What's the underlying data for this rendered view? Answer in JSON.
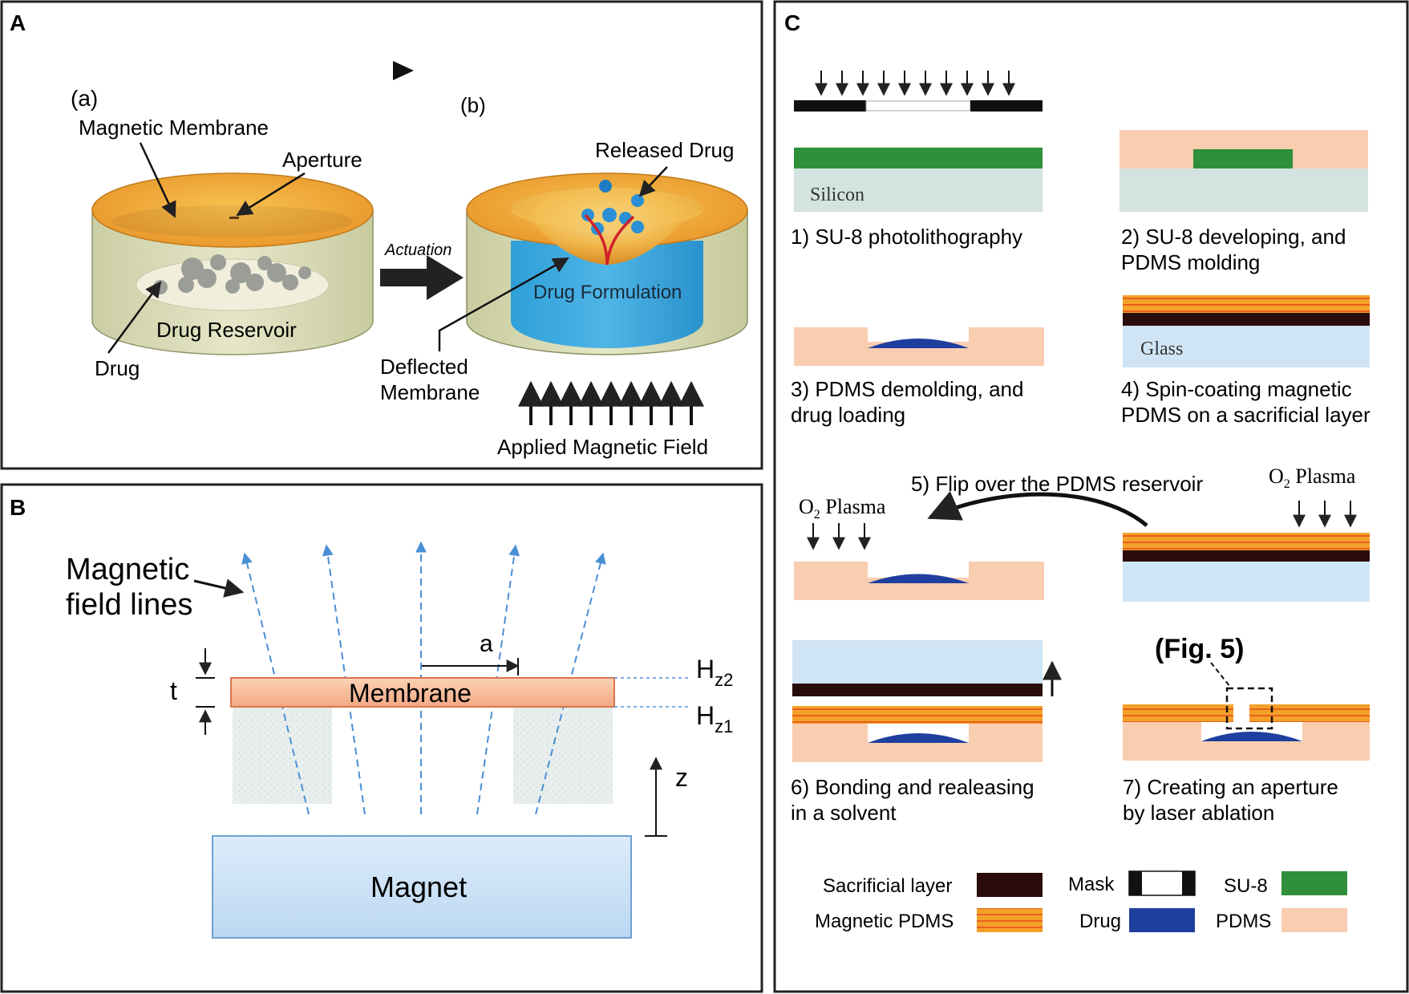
{
  "panel_a": {
    "label": "A",
    "sub_a": "(a)",
    "sub_b": "(b)",
    "magnetic_membrane": "Magnetic Membrane",
    "aperture": "Aperture",
    "drug_reservoir": "Drug Reservoir",
    "drug": "Drug",
    "actuation": "Actuation",
    "released_drug": "Released Drug",
    "drug_formulation": "Drug Formulation",
    "deflected_1": "Deflected",
    "deflected_2": "Membrane",
    "applied_field": "Applied Magnetic Field"
  },
  "panel_b": {
    "label": "B",
    "field_lines_1": "Magnetic",
    "field_lines_2": "field lines",
    "t": "t",
    "a": "a",
    "membrane": "Membrane",
    "hz2": "H",
    "hz2_sub": "z2",
    "hz1": "H",
    "hz1_sub": "z1",
    "z": "z",
    "magnet": "Magnet"
  },
  "panel_c": {
    "label": "C",
    "silicon": "Silicon",
    "glass": "Glass",
    "step1": "1) SU-8 photolithography",
    "step2_1": "2) SU-8 developing, and",
    "step2_2": "PDMS molding",
    "step3_1": "3) PDMS demolding, and",
    "step3_2": "drug loading",
    "step4_1": "4) Spin-coating magnetic",
    "step4_2": "PDMS on a sacrificial layer",
    "step5": "5) Flip over the PDMS reservoir",
    "o2_left": "O",
    "o2_left_sub": "2",
    "o2_left_tail": " Plasma",
    "o2_right": "O",
    "o2_right_sub": "2",
    "o2_right_tail": " Plasma",
    "fig5": "(Fig. 5)",
    "step6_1": "6) Bonding and realeasing",
    "step6_2": "in a solvent",
    "step7_1": "7) Creating an aperture",
    "step7_2": "by laser ablation",
    "legend": {
      "sacrificial": "Sacrificial layer",
      "mask": "Mask",
      "su8": "SU-8",
      "magnetic_pdms": "Magnetic PDMS",
      "drug": "Drug",
      "pdms": "PDMS"
    }
  },
  "colors": {
    "membrane_orange": "#f2a834",
    "su8_green": "#2f8f3a",
    "silicon_gray": "#d3e3e0",
    "glass_blue": "#cfe5f5",
    "pdms_pink": "#f9cdb0",
    "drug_blue": "#1f3f9f",
    "sacrificial": "#2a0c0c",
    "field_line_blue": "#4a8fd6",
    "magnet_blue": "#cfe4f7"
  }
}
